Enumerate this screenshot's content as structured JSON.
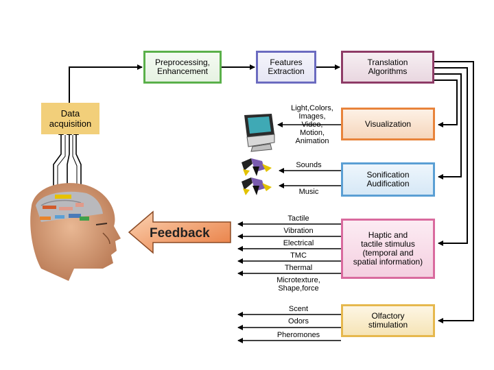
{
  "nodes": {
    "data_acquisition": "Data\nacquisition",
    "preprocessing": "Preprocessing,\nEnhancement",
    "features": "Features\nExtraction",
    "translation": "Translation\nAlgorithms",
    "visualization": "Visualization",
    "sonification": "Sonification\nAudification",
    "haptic": "Haptic and\ntactile stimulus\n(temporal and\nspatial information)",
    "olfactory": "Olfactory\nstimulation",
    "feedback": "Feedback"
  },
  "outputs": {
    "visual": "Light,Colors,\nImages,\nVideo,\nMotion,\nAnimation",
    "sounds": "Sounds",
    "music": "Music",
    "tactile": "Tactile",
    "vibration": "Vibration",
    "electrical": "Electrical",
    "tmc": "TMC",
    "thermal": "Thermal",
    "microtexture": "Microtexture,\nShape,force",
    "scent": "Scent",
    "odors": "Odors",
    "pheromones": "Pheromones"
  },
  "colors": {
    "preprocessing": "#5ab04a",
    "features": "#6b6bc0",
    "translation": "#8e3b66",
    "visualization": "#e8833a",
    "sonification": "#5a9fd4",
    "haptic": "#d96a9e",
    "olfactory": "#e6b84d",
    "data_acquisition": "#f2cf7a",
    "feedback": "#e87a3e"
  }
}
